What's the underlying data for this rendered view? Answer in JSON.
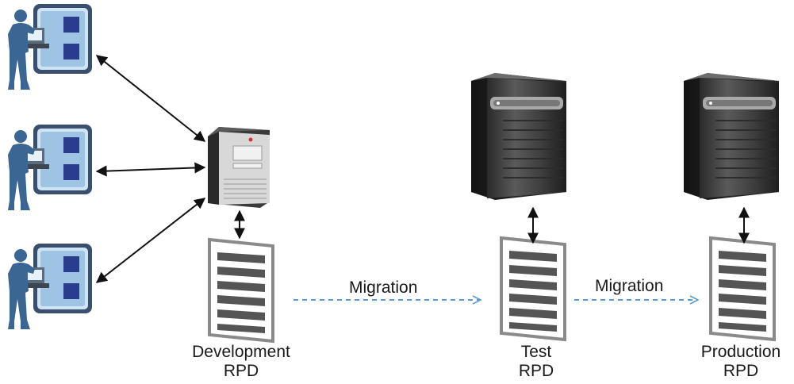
{
  "labels": {
    "dev_line1": "Development",
    "dev_line2": "RPD",
    "test_line1": "Test",
    "test_line2": "RPD",
    "prod_line1": "Production",
    "prod_line2": "RPD",
    "migration_1": "Migration",
    "migration_2": "Migration"
  },
  "icons": [
    "user-at-workstation-icon",
    "small-server-icon",
    "rack-server-icon",
    "rpd-document-icon"
  ],
  "colors": {
    "user_silhouette": "#3b6592",
    "screen_frame": "#3a4f6e",
    "screen_bg": "#cfe4f3",
    "screen_square": "#2a3c8e",
    "migration_arrow": "#5b9bd5",
    "connector": "#111111"
  }
}
